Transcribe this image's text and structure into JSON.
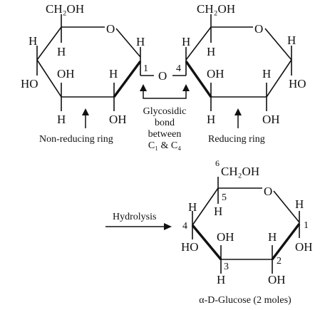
{
  "top_left_ring": {
    "ch2oh": "CH₂OH",
    "ring_o": "O",
    "h_top_left": "H",
    "h_upper_inner": "H",
    "ho_left": "HO",
    "oh_inner": "OH",
    "h_inner_right": "H",
    "h_c1": "H",
    "c1_num": "1",
    "h_bottom": "H",
    "oh_bottom": "OH"
  },
  "bridge": {
    "oxygen": "O",
    "c4_num": "4"
  },
  "top_right_ring": {
    "ch2oh": "CH₂OH",
    "ring_o": "O",
    "h_c4": "H",
    "h_upper_inner": "H",
    "oh_inner": "OH",
    "h_inner_right": "H",
    "h_right": "H",
    "ho_right": "HO",
    "h_bottom": "H",
    "oh_bottom": "OH"
  },
  "labels": {
    "non_reducing": "Non-reducing ring",
    "reducing": "Reducing ring",
    "glyco_line1": "Glycosidic",
    "glyco_line2": "bond",
    "glyco_line3": "between",
    "glyco_line4": "C₁ & C₄"
  },
  "reaction": {
    "hydrolysis": "Hydrolysis"
  },
  "product_ring": {
    "c6_num": "6",
    "ch2oh": "CH₂OH",
    "ring_o": "O",
    "c5_num": "5",
    "h_c5": "H",
    "c4_num": "4",
    "h_c4": "H",
    "ho_c4": "HO",
    "oh_inner": "OH",
    "h_inner_right": "H",
    "h_c1": "H",
    "c1_num": "1",
    "oh_c1": "OH",
    "c3_num": "3",
    "h_c3": "H",
    "c2_num": "2",
    "oh_c2": "OH",
    "caption": "α-D-Glucose (2 moles)"
  }
}
